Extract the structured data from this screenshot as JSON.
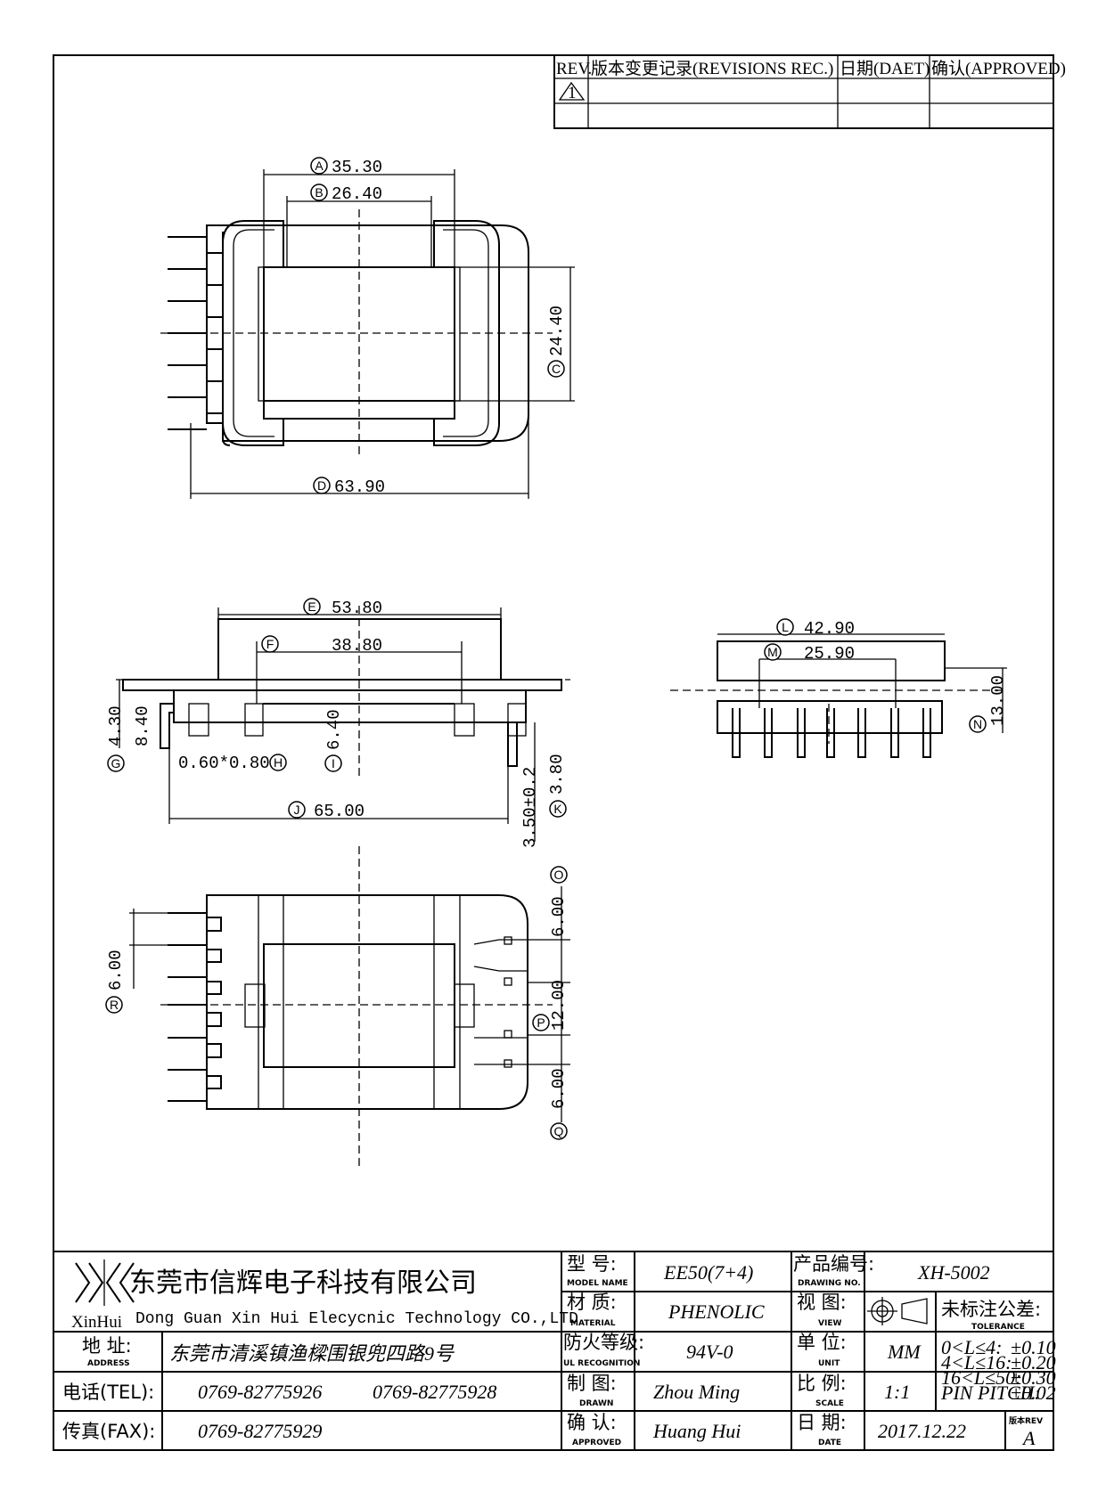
{
  "revision_table": {
    "headers": [
      "REV.",
      "版本变更记录(REVISIONS REC.)",
      "日期(DAET)",
      "确认(APPROVED)"
    ],
    "row1_rev": "1"
  },
  "dimensions": {
    "A": "35.30",
    "B": "26.40",
    "C": "24.40",
    "D": "63.90",
    "E": "53.80",
    "F": "38.80",
    "G": "4.30",
    "G2": "8.40",
    "H": "0.60*0.80",
    "I": "6.40",
    "J": "65.00",
    "K": "3.80",
    "K2": "3.50±0.2",
    "L": "42.90",
    "M": "25.90",
    "N": "13.00",
    "O": "6.00",
    "P": "12.00",
    "Q": "6.00",
    "R": "6.00"
  },
  "labels": {
    "A": "A",
    "B": "B",
    "C": "C",
    "D": "D",
    "E": "E",
    "F": "F",
    "G": "G",
    "H": "H",
    "I": "I",
    "J": "J",
    "K": "K",
    "L": "L",
    "M": "M",
    "N": "N",
    "O": "O",
    "P": "P",
    "Q": "Q",
    "R": "R"
  },
  "title_block": {
    "company_cn": "东莞市信辉电子科技有限公司",
    "company_en": "Dong Guan Xin Hui Elecycnic Technology CO.,LTD",
    "logo_text": "XinHui",
    "address_label": "地 址:",
    "address_label_en": "ADDRESS",
    "address": "东莞市清溪镇渔樑围银兜四路9号",
    "tel_label": "电话(TEL):",
    "tel1": "0769-82775926",
    "tel2": "0769-82775928",
    "fax_label": "传真(FAX):",
    "fax": "0769-82775929",
    "model_label": "型 号:",
    "model_label_en": "MODEL NAME",
    "model": "EE50(7+4)",
    "material_label": "材 质:",
    "material_label_en": "MATERIAL",
    "material": "PHENOLIC",
    "fire_label": "防火等级:",
    "fire_label_en": "UL RECOGNITION",
    "fire": "94V-0",
    "drawn_label": "制 图:",
    "drawn_label_en": "DRAWN",
    "drawn": "Zhou Ming",
    "approved_label": "确 认:",
    "approved_label_en": "APPROVED",
    "approved": "Huang Hui",
    "drawing_no_label": "产品编号:",
    "drawing_no_label_en": "DRAWING NO.",
    "drawing_no": "XH-5002",
    "view_label": "视 图:",
    "view_label_en": "VIEW",
    "unit_label": "单 位:",
    "unit_label_en": "UNIT",
    "unit": "MM",
    "scale_label": "比 例:",
    "scale_label_en": "SCALE",
    "scale": "1:1",
    "date_label": "日 期:",
    "date_label_en": "DATE",
    "date": "2017.12.22",
    "tolerance_label": "未标注公差:",
    "tolerance_label_en": "TOLERANCE",
    "tol1": "0<L≤4:",
    "tol1v": "±0.10",
    "tol2": "4<L≤16:",
    "tol2v": "±0.20",
    "tol3": "16<L≤50:",
    "tol3v": "±0.30",
    "tol4": "PIN PITCH:",
    "tol4v": "±0.02",
    "rev_label": "版本REV",
    "rev": "A"
  }
}
